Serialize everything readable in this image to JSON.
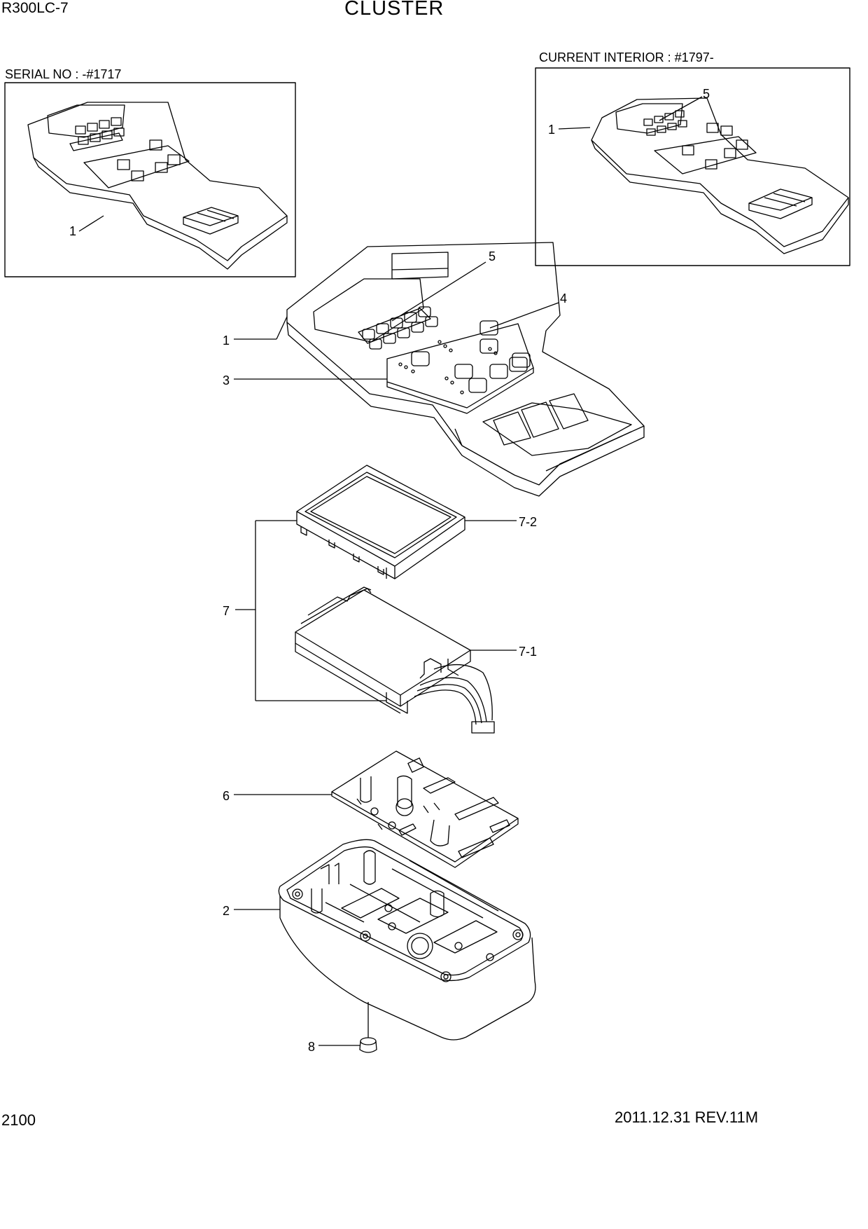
{
  "header": {
    "model": "R300LC-7",
    "title": "CLUSTER"
  },
  "insets": {
    "serial_label": "SERIAL NO : -#1717",
    "current_label": "CURRENT INTERIOR : #1797-",
    "serial_callouts": [
      "1"
    ],
    "current_callouts": [
      "1",
      "5"
    ]
  },
  "callouts": {
    "cluster_cover": "1",
    "base_case": "2",
    "switch_panel": "3",
    "switch_button": "4",
    "key_pad": "5",
    "circuit_board": "6",
    "lcd_assembly": "7",
    "lcd_module": "7-1",
    "lcd_frame": "7-2",
    "rubber_foot": "8"
  },
  "footer": {
    "page_number": "2100",
    "revision": "2011.12.31  REV.11M"
  }
}
